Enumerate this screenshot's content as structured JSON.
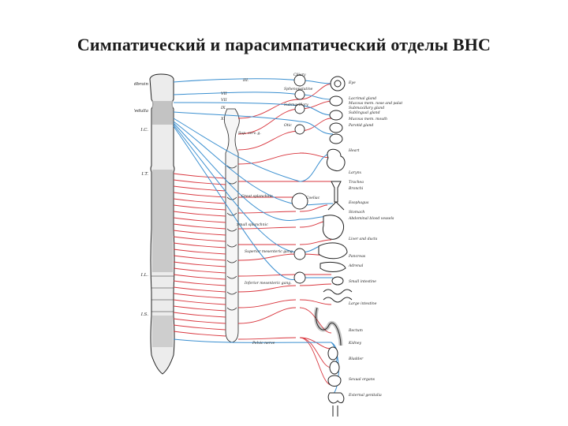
{
  "slide": {
    "title": "Симпатический и парасимпатический отделы  ВНС"
  },
  "diagram": {
    "colors": {
      "sympathetic": "#d9363e",
      "parasympathetic": "#3a8fd0",
      "ink": "#222222",
      "cord_fill": "#e8e8e8",
      "cord_shade": "#b9b9b9"
    },
    "cord_labels": [
      "Midbrain",
      "Medulla",
      "I.C.",
      "I.T.",
      "I.L.",
      "I.S."
    ],
    "cranial_nerve_labels": [
      "III.",
      "VII",
      "VII",
      "IX.",
      "X."
    ],
    "ganglion_labels": [
      "Ciliary",
      "Sphenopalatine",
      "Submaxillary",
      "Otic",
      "Sup. cerv. g.",
      "Great splanchnic",
      "Coeliac",
      "Small splanchnic",
      "Superior mesenteric gang.",
      "Inferior mesenteric gang.",
      "Pelvic nerve"
    ],
    "organ_labels": [
      "Eye",
      "Lacrimal gland",
      "Mucous mem. nose and palate",
      "Submaxillary gland",
      "Sublingual gland",
      "Mucous mem. mouth",
      "Parotid gland",
      "Heart",
      "Larynx",
      "Trachea",
      "Bronchi",
      "Esophagus",
      "Stomach",
      "Abdominal blood vessels",
      "Liver and ducts",
      "Pancreas",
      "Adrenal",
      "Small intestine",
      "Large intestine",
      "Rectum",
      "Kidney",
      "Bladder",
      "Sexual organs",
      "External genitalia"
    ]
  }
}
